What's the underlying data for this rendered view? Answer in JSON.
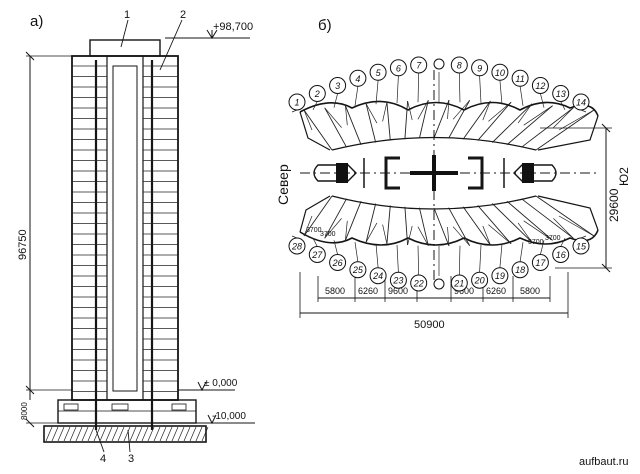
{
  "left_panel": {
    "label": "а)",
    "elevation_top": "+98,700",
    "elevation_zero": "± 0,000",
    "elevation_bottom": "-10,000",
    "height_dim": "96750",
    "base_dim": "8000",
    "callouts": [
      "1",
      "2",
      "3",
      "4"
    ]
  },
  "right_panel": {
    "label": "б)",
    "north_label": "Север",
    "dim_depth": "29600",
    "dim_depth_unit": "Ю2",
    "dim_total_width": "50900",
    "bay_dims_left": [
      "5800",
      "6260",
      "9600"
    ],
    "bay_dims_right": [
      "9600",
      "6260",
      "5800"
    ],
    "corner_dims_left": [
      "3700",
      "3700"
    ],
    "corner_dims_right": [
      "3700",
      "3700"
    ],
    "upper_nodes": [
      "1",
      "2",
      "3",
      "4",
      "5",
      "6",
      "7",
      "",
      "8",
      "9",
      "10",
      "11",
      "12",
      "13",
      "14"
    ],
    "lower_nodes": [
      "28",
      "27",
      "26",
      "25",
      "24",
      "23",
      "22",
      "",
      "21",
      "20",
      "19",
      "18",
      "17",
      "16",
      "15"
    ]
  },
  "watermark": "aufbaut.ru"
}
